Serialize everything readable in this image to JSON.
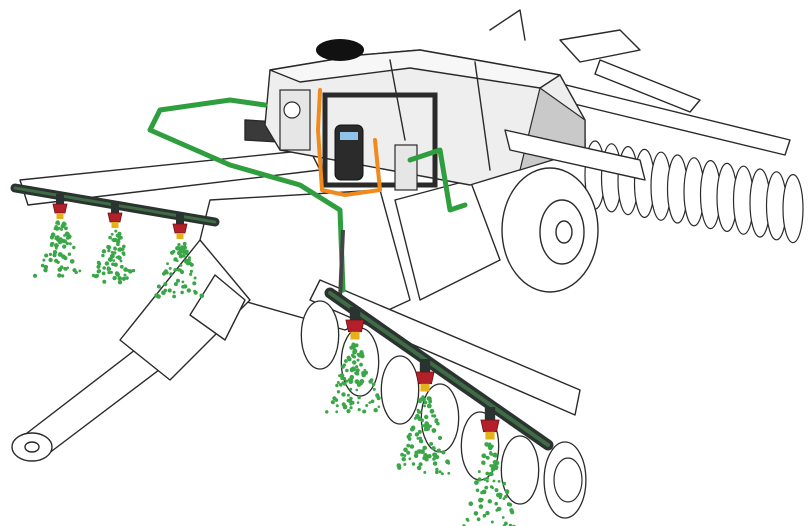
{
  "colors": {
    "background": "#ffffff",
    "outline": "#2a2a2a",
    "tank_light": "#f1f1f1",
    "tank_mid": "#d9d9d9",
    "tank_dark": "#a9a9a9",
    "hose_green": "#2e9e3e",
    "hose_orange": "#f08a1c",
    "boom_dark": "#2b3330",
    "boom_green": "#3f6b45",
    "nozzle_red": "#b3202a",
    "nozzle_yellow": "#e3b21a",
    "spray_green": "#3aa648"
  },
  "icons": {
    "tank": "spray-tank-icon",
    "pump": "pump-manifold-icon",
    "boom": "spray-boom-icon",
    "nozzle": "nozzle-icon",
    "disc": "harrow-disc-icon",
    "wheel": "tractor-wheel-icon"
  },
  "components": {
    "tank_count": 1,
    "booms": 2,
    "nozzles_per_boom": [
      3,
      3
    ],
    "discs_rear_row": 13
  }
}
